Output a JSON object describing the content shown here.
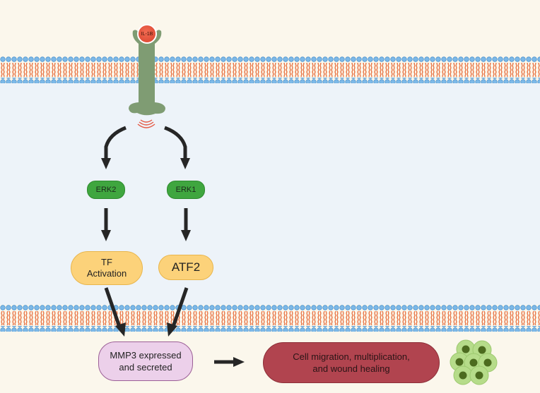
{
  "diagram": {
    "ligand": {
      "label": "IL-1B",
      "color": "#e0503a"
    },
    "receptor": {
      "name": "receptor",
      "color": "#7f9c73"
    },
    "nodes": {
      "erk2": "ERK2",
      "erk1": "ERK1",
      "tf_activation": [
        "TF",
        "Activation"
      ],
      "atf2": "ATF2",
      "mmp3": [
        "MMP3 expressed",
        "and secreted"
      ],
      "outcome": [
        "Cell migration, multiplication,",
        "and wound healing"
      ]
    },
    "colors": {
      "erk": "#3fa63f",
      "tf": "#fcd27a",
      "mmp3": "#ecd0ea",
      "outcome": "#b1444f",
      "arrow": "#262626",
      "membrane_head": "#6fb0e3",
      "membrane_tail": "#e66a3c",
      "cytoplasm": "#edf3f9",
      "extracellular": "#fbf7ec"
    },
    "edges": [
      {
        "from": "receptor",
        "to": "erk2"
      },
      {
        "from": "receptor",
        "to": "erk1"
      },
      {
        "from": "erk2",
        "to": "tf_activation"
      },
      {
        "from": "erk1",
        "to": "atf2"
      },
      {
        "from": "tf_activation",
        "to": "mmp3"
      },
      {
        "from": "atf2",
        "to": "mmp3"
      },
      {
        "from": "mmp3",
        "to": "outcome"
      }
    ]
  }
}
